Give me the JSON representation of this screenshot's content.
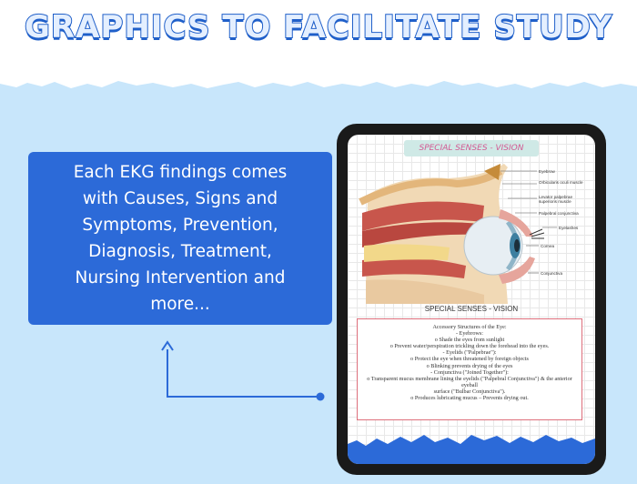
{
  "heading": "GRAPHICS TO FACILITATE STUDY",
  "callout": {
    "lines": [
      "Each EKG findings comes",
      "with Causes, Signs and",
      "Symptoms, Prevention,",
      "Diagnosis, Treatment,",
      "Nursing Intervention and",
      "more..."
    ]
  },
  "page": {
    "banner": "SPECIAL SENSES - VISION",
    "caption": "SPECIAL SENSES - VISION",
    "labels": [
      "Eyebrow",
      "Orbicularis oculi muscle",
      "Levator palpebrae superioris muscle",
      "Palpebral conjunctiva",
      "Eyelashes",
      "Cornea",
      "Conjunctiva"
    ],
    "notes": [
      "Accessory Structures of the Eye:",
      "- Eyebrows:",
      "o Shade the eyes from sunlight",
      "o Prevent water/perspiration trickling down the forehead into the eyes.",
      "- Eyelids (\"Palpebrae\"):",
      "o Protect the eye when threatened by foreign objects",
      "o Blinking prevents drying of the eyes",
      "- Conjunctiva (\"Joined Together\"):",
      "o Transparent mucus membrane lining the eyelids (\"Palpebral Conjunctiva\") & the anterior eyeball",
      "surface (\"Bulbar Conjunctiva\").",
      "o Produces lubricating mucus – Prevents drying out."
    ]
  },
  "colors": {
    "brand_blue": "#2c6ad8",
    "light_blue": "#c8e6fb",
    "heading_fill": "#e4efff",
    "heading_stroke": "#1f5fc9",
    "notes_border": "#de6f7c"
  }
}
